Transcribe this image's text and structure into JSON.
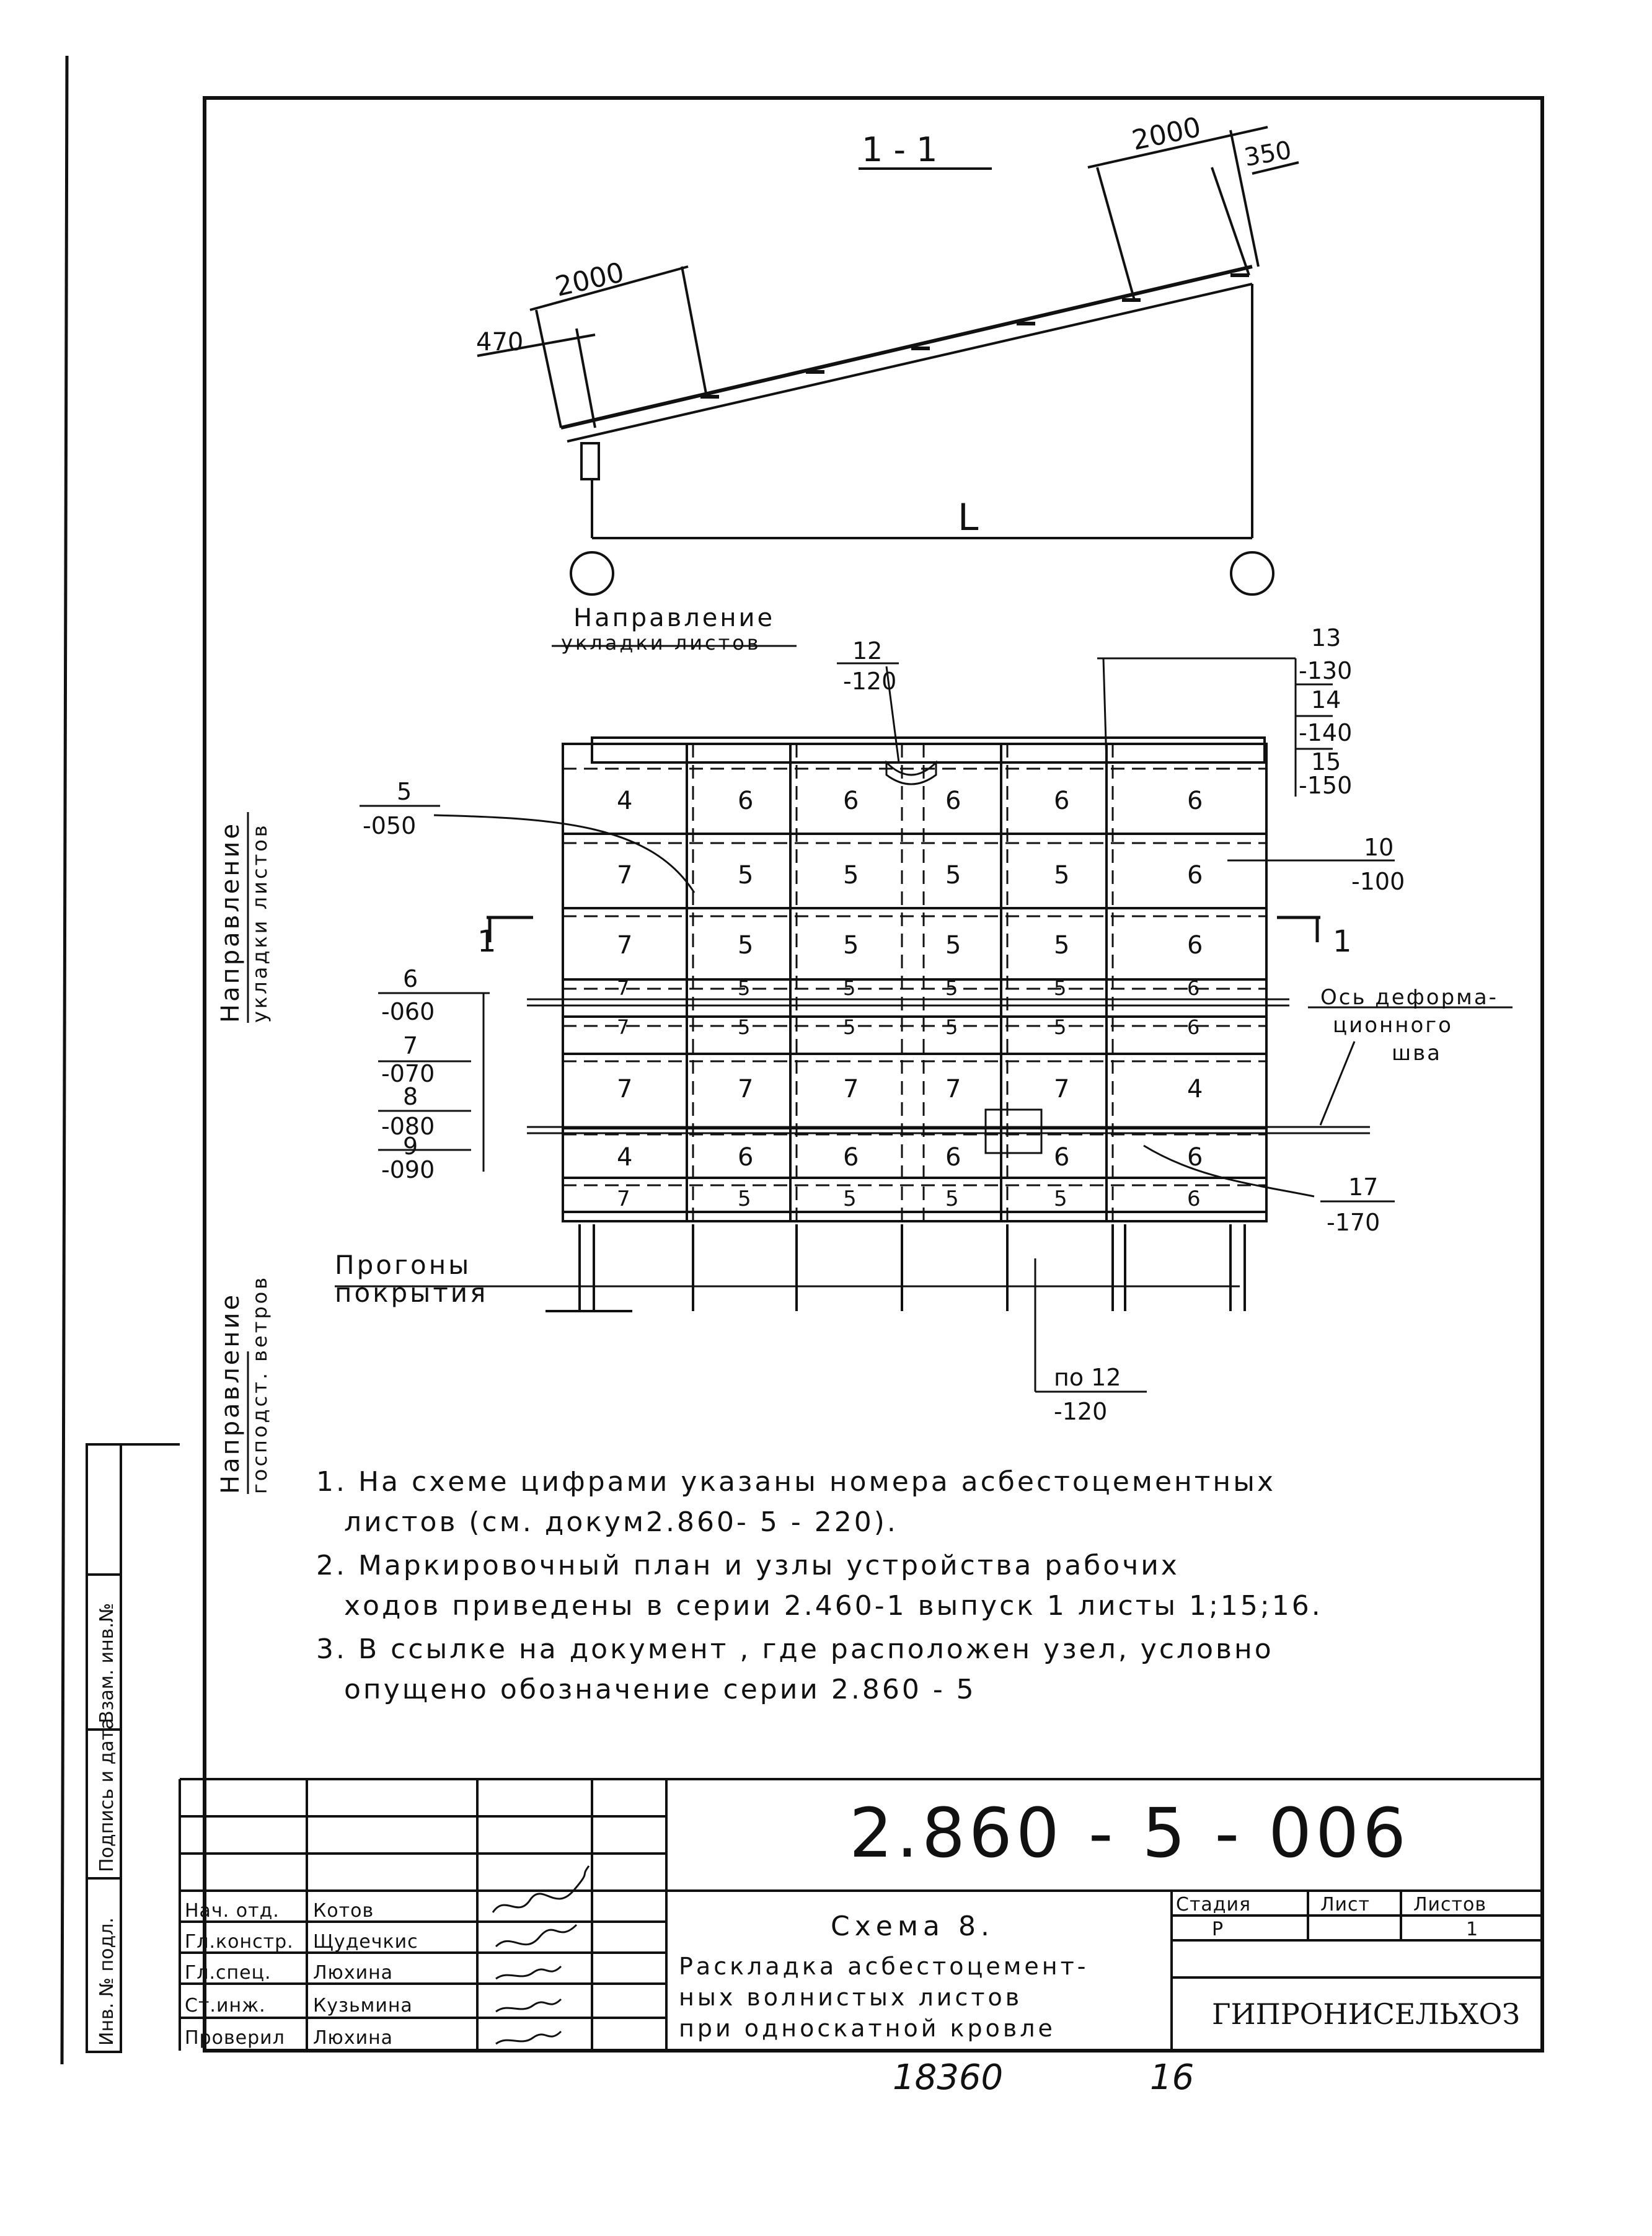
{
  "section": {
    "label": "1 - 1",
    "dims": {
      "d470": "470",
      "d2000_left": "2000",
      "d2000_right": "2000",
      "d350": "350",
      "span": "L"
    }
  },
  "direction_labels": {
    "laying_horizontal_1": "Направление",
    "laying_horizontal_2": "укладки листов",
    "laying_vertical_1": "Направление",
    "laying_vertical_2": "укладки листов",
    "wind_1": "Направление",
    "wind_2": "господст. ветров"
  },
  "callouts": {
    "c12_a": "12",
    "c12_b": "-120",
    "c13": "13",
    "c130": "-130",
    "c14": "14",
    "c140": "-140",
    "c15": "15",
    "c150": "-150",
    "c5": "5",
    "c050": "-050",
    "c10": "10",
    "c100": "-100",
    "c6": "6",
    "c060": "-060",
    "c7": "7",
    "c070": "-070",
    "c8": "8",
    "c080": "-080",
    "c9": "9",
    "c090": "-090",
    "c17": "17",
    "c170": "-170",
    "po12_a": "по 12",
    "po12_b": "-120",
    "section_mark_left": "1",
    "section_mark_right": "1",
    "axis_1": "Ось деформа-",
    "axis_2": "ционного",
    "axis_3": "шва",
    "purlins_1": "Прогоны",
    "purlins_2": "покрытия"
  },
  "grid": {
    "rows": [
      [
        "4",
        "6",
        "6",
        "6",
        "6",
        "6"
      ],
      [
        "7",
        "5",
        "5",
        "5",
        "5",
        "6"
      ],
      [
        "7",
        "5",
        "5",
        "5",
        "5",
        "6"
      ],
      [
        "7",
        "5",
        "5",
        "5",
        "5",
        "6"
      ],
      [
        "7",
        "5",
        "5",
        "5",
        "5",
        "6"
      ],
      [
        "7",
        "7",
        "7",
        "7",
        "7",
        "4"
      ],
      [
        "4",
        "6",
        "6",
        "6",
        "6",
        "6"
      ],
      [
        "7",
        "5",
        "5",
        "5",
        "5",
        "6"
      ]
    ]
  },
  "notes": [
    "1. На схеме цифрами указаны номера асбестоцементных",
    "листов (см. докум2.860- 5 - 220).",
    "2. Маркировочный план и узлы устройства рабочих",
    "ходов приведены в серии 2.460-1 выпуск 1 листы 1;15;16.",
    "3. В ссылке на документ , где расположен узел, условно",
    "опущено обозначение серии 2.860 - 5"
  ],
  "title_block": {
    "doc_number": "2.860 - 5 - 006",
    "title_1": "Схема 8.",
    "title_2": "Раскладка асбестоцемент-",
    "title_3": "ных волнистых листов",
    "title_4": "при односкатной кровле",
    "stage_label": "Стадия",
    "sheet_label": "Лист",
    "sheets_label": "Листов",
    "stage_value": "Р",
    "sheets_value": "1",
    "org": "ГИПРОНИСЕЛЬХОЗ",
    "people": [
      {
        "role": "Нач. отд.",
        "name": "Котов"
      },
      {
        "role": "Гл.констр.",
        "name": "Щудечкис"
      },
      {
        "role": "Гл.спец.",
        "name": "Люхина"
      },
      {
        "role": "Ст.инж.",
        "name": "Кузьмина"
      },
      {
        "role": "Проверил",
        "name": "Люхина"
      }
    ],
    "side_stamp": [
      "Инв. № подл.",
      "Подпись и дата",
      "Взам. инв.№"
    ]
  },
  "footer": {
    "code": "18360",
    "page": "16"
  }
}
